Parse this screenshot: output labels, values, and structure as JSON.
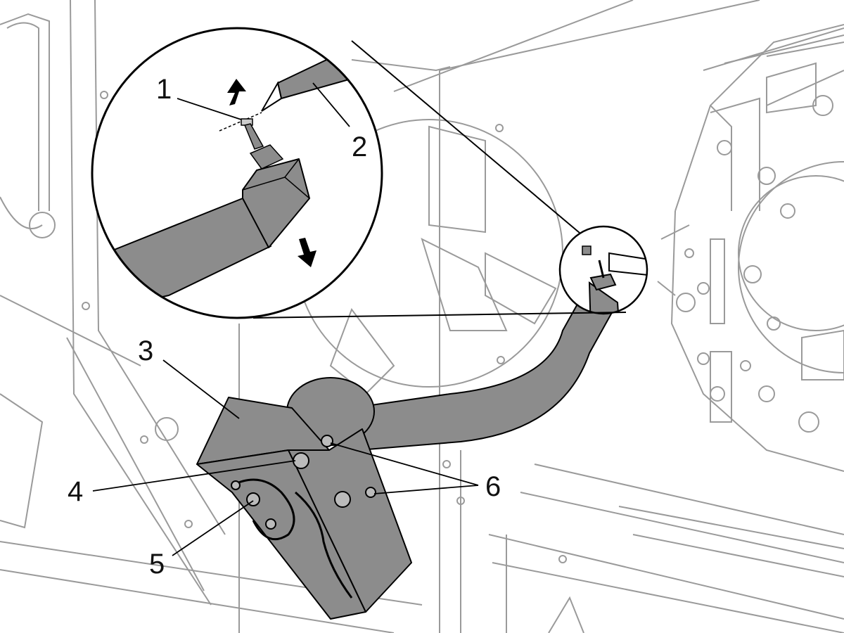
{
  "callouts": {
    "c1": "1",
    "c2": "2",
    "c3": "3",
    "c4": "4",
    "c5": "5",
    "c6": "6"
  },
  "colors": {
    "part_fill": "#8c8c8c",
    "part_stroke": "#000000",
    "line_art": "#9a9a9a",
    "background": "#ffffff"
  }
}
